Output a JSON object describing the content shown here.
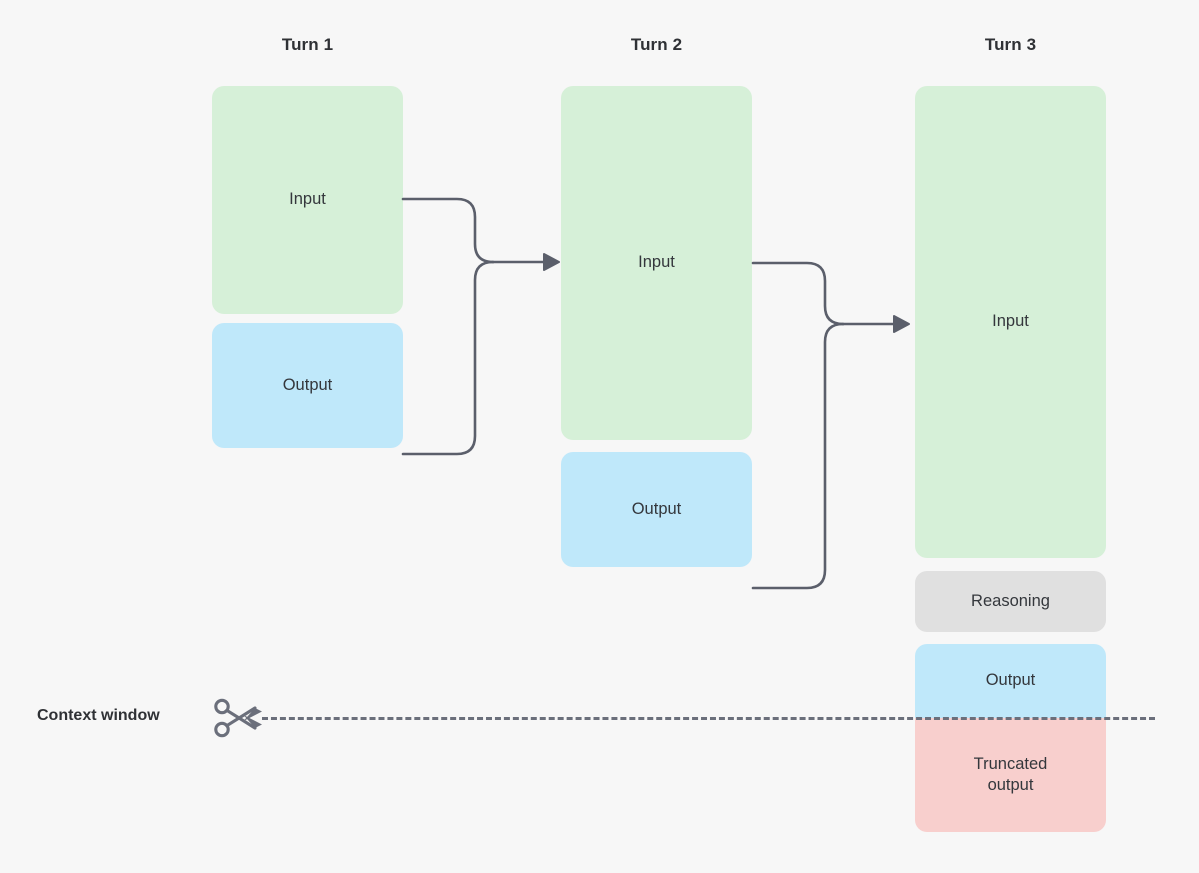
{
  "diagram": {
    "title_row": [
      {
        "label": "Turn 1"
      },
      {
        "label": "Turn 2"
      },
      {
        "label": "Turn 3"
      }
    ],
    "turns": [
      {
        "name": "Turn 1",
        "blocks": [
          {
            "kind": "input",
            "label": "Input",
            "color": "#d6f0d8"
          },
          {
            "kind": "output",
            "label": "Output",
            "color": "#bfe8fa"
          }
        ]
      },
      {
        "name": "Turn 2",
        "blocks": [
          {
            "kind": "input",
            "label": "Input",
            "color": "#d6f0d8"
          },
          {
            "kind": "output",
            "label": "Output",
            "color": "#bfe8fa"
          }
        ]
      },
      {
        "name": "Turn 3",
        "blocks": [
          {
            "kind": "input",
            "label": "Input",
            "color": "#d6f0d8"
          },
          {
            "kind": "reasoning",
            "label": "Reasoning",
            "color": "#e0e0e0"
          },
          {
            "kind": "output",
            "label": "Output",
            "color": "#bfe8fa"
          },
          {
            "kind": "truncated",
            "label": "Truncated output",
            "color": "#f8cfcd"
          }
        ]
      }
    ],
    "context_window": {
      "label": "Context window",
      "icon": "scissors-icon",
      "line_color": "#6b6f7b"
    },
    "connector_color": "#5b5f6b"
  }
}
